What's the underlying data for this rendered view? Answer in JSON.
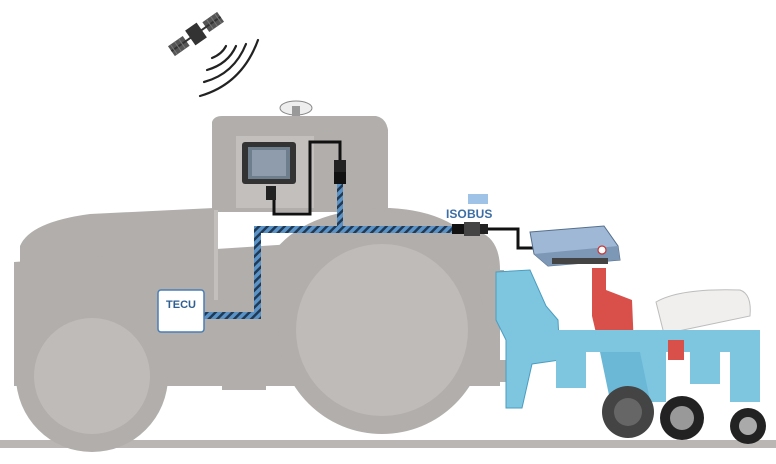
{
  "labels": {
    "tecu": "TECU",
    "isobus_iso": "ISO",
    "isobus_bus": "BUS"
  },
  "colors": {
    "tractor": "#b1aeab",
    "tractor_light": "#c2bfbc",
    "wheel_rim": "#d2cfcc",
    "cable": "#5b93c6",
    "cable_dark": "#1e3a56",
    "implement": "#7ec6e0",
    "implement_dark": "#4a9dc0",
    "hopper_red": "#d9504a",
    "isobus_blue": "#3b6ea5",
    "ground": "#b9b6b3"
  },
  "icons": [
    "satellite-icon",
    "signal-waves-icon",
    "gps-antenna-icon",
    "terminal-icon",
    "tecu-box-icon",
    "isobus-logo-icon",
    "ecu-box-icon"
  ]
}
